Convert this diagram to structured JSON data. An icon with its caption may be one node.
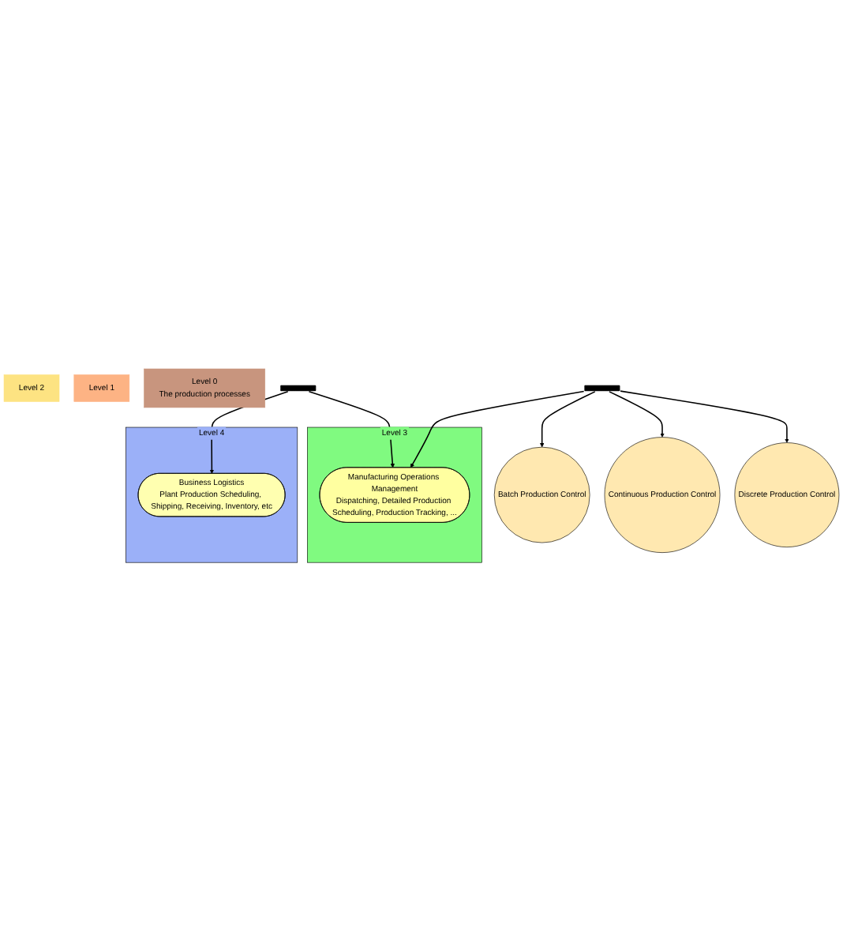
{
  "diagram": {
    "nodes": [
      {
        "text": [
          "Level 4"
        ]
      },
      {
        "text": [
          "Business Logistics",
          "Plant Production Scheduling, Shipping, Receiving, Inventory, etc"
        ],
        "in": 0
      },
      {
        "text": [
          "Level 3"
        ]
      },
      {
        "text": [
          "Manufacturing Operations Management",
          "Dispatching, Detailed Production Scheduling, Production Tracking, ..."
        ],
        "in": 2
      },
      {
        "text": [
          "Level 2"
        ]
      },
      {
        "text": [
          "Level 1"
        ]
      },
      {
        "text": [
          "Batch Production Control"
        ]
      },
      {
        "text": [
          "Continuous Production Control"
        ]
      },
      {
        "text": [
          "Discrete Production Control"
        ]
      },
      {
        "text": [
          "Level 0",
          "The production processes"
        ]
      },
      {
        "text": [],
        "shape": "bar"
      },
      {
        "text": [],
        "shape": "bar"
      }
    ],
    "edges": [
      {
        "from": 10,
        "to": 1,
        "arrow": "to"
      },
      {
        "from": 10,
        "to": 3,
        "arrow": "to"
      },
      {
        "from": 11,
        "to": 3,
        "arrow": "to"
      },
      {
        "from": 11,
        "to": 6,
        "arrow": "to"
      },
      {
        "from": 11,
        "to": 7,
        "arrow": "to"
      },
      {
        "from": 11,
        "to": 8,
        "arrow": "to"
      }
    ]
  }
}
